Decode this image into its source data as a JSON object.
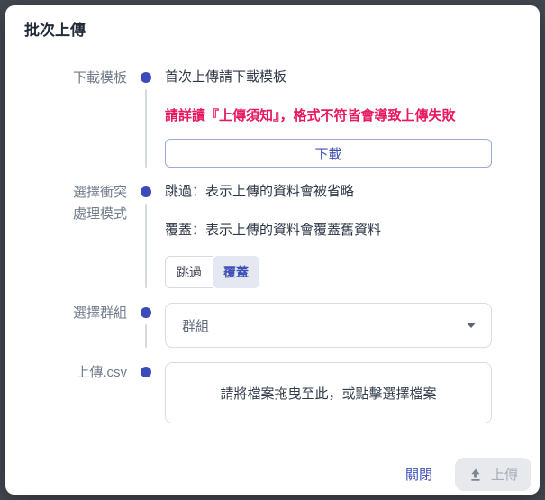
{
  "dialog": {
    "title": "批次上傳",
    "steps": [
      {
        "label": "下載模板",
        "line1": "首次上傳請下載模板",
        "warning": "請詳讀『上傳須知』，格式不符皆會導致上傳失敗",
        "download_button": "下載"
      },
      {
        "label_line1": "選擇衝突",
        "label_line2": "處理模式",
        "line1": "跳過：表示上傳的資料會被省略",
        "line2": "覆蓋：表示上傳的資料會覆蓋舊資料",
        "toggle": {
          "options": [
            "跳過",
            "覆蓋"
          ],
          "selected": "覆蓋"
        }
      },
      {
        "label": "選擇群組",
        "select_placeholder": "群組"
      },
      {
        "label": "上傳.csv",
        "dropzone_text": "請將檔案拖曳至此，或點擊選擇檔案"
      }
    ],
    "footer": {
      "close_label": "關閉",
      "upload_label": "上傳"
    },
    "colors": {
      "accent": "#3f51b5",
      "warning": "#e8175f",
      "step_dot": "#3b4cba",
      "overlay": "#43474f",
      "disabled_button_bg": "#e7e9ed"
    },
    "icons": {
      "upload": "upload-icon",
      "dropdown": "dropdown-arrow-icon"
    }
  }
}
